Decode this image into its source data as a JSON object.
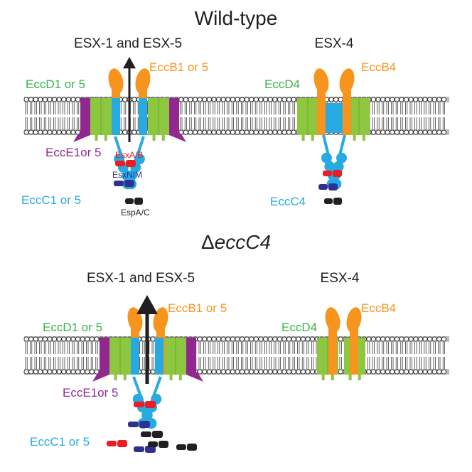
{
  "panels": [
    {
      "title": "Wild-type",
      "title_italic": false,
      "left_system": {
        "name": "ESX-1 and ESX-5",
        "eccB": "EccB1 or 5",
        "eccD": "EccD1 or 5",
        "eccE": "EccE1or 5",
        "eccC": "EccC1 or 5"
      },
      "right_system": {
        "name": "ESX-4",
        "eccB": "EccB4",
        "eccD": "EccD4",
        "eccC": "EccC4"
      },
      "substrates": {
        "esxAB": "EsxA/B",
        "esxNM": "EsxN/M",
        "espAC": "EspA/C"
      }
    },
    {
      "title_prefix": "Δ",
      "title_italic_part": "eccC4",
      "left_system": {
        "name": "ESX-1 and ESX-5",
        "eccB": "EccB1 or 5",
        "eccD": "EccD1 or 5",
        "eccE": "EccE1or 5",
        "eccC": "EccC1 or 5"
      },
      "right_system": {
        "name": "ESX-4",
        "eccB": "EccB4",
        "eccD": "EccD4"
      }
    }
  ],
  "colors": {
    "eccB": "#f7941d",
    "eccD": "#8dc63f",
    "eccD_text": "#39b54a",
    "eccE": "#92278f",
    "eccC": "#27aae1",
    "esxAB": "#ed1c24",
    "esxNM": "#2e3192",
    "espAC": "#231f20"
  }
}
